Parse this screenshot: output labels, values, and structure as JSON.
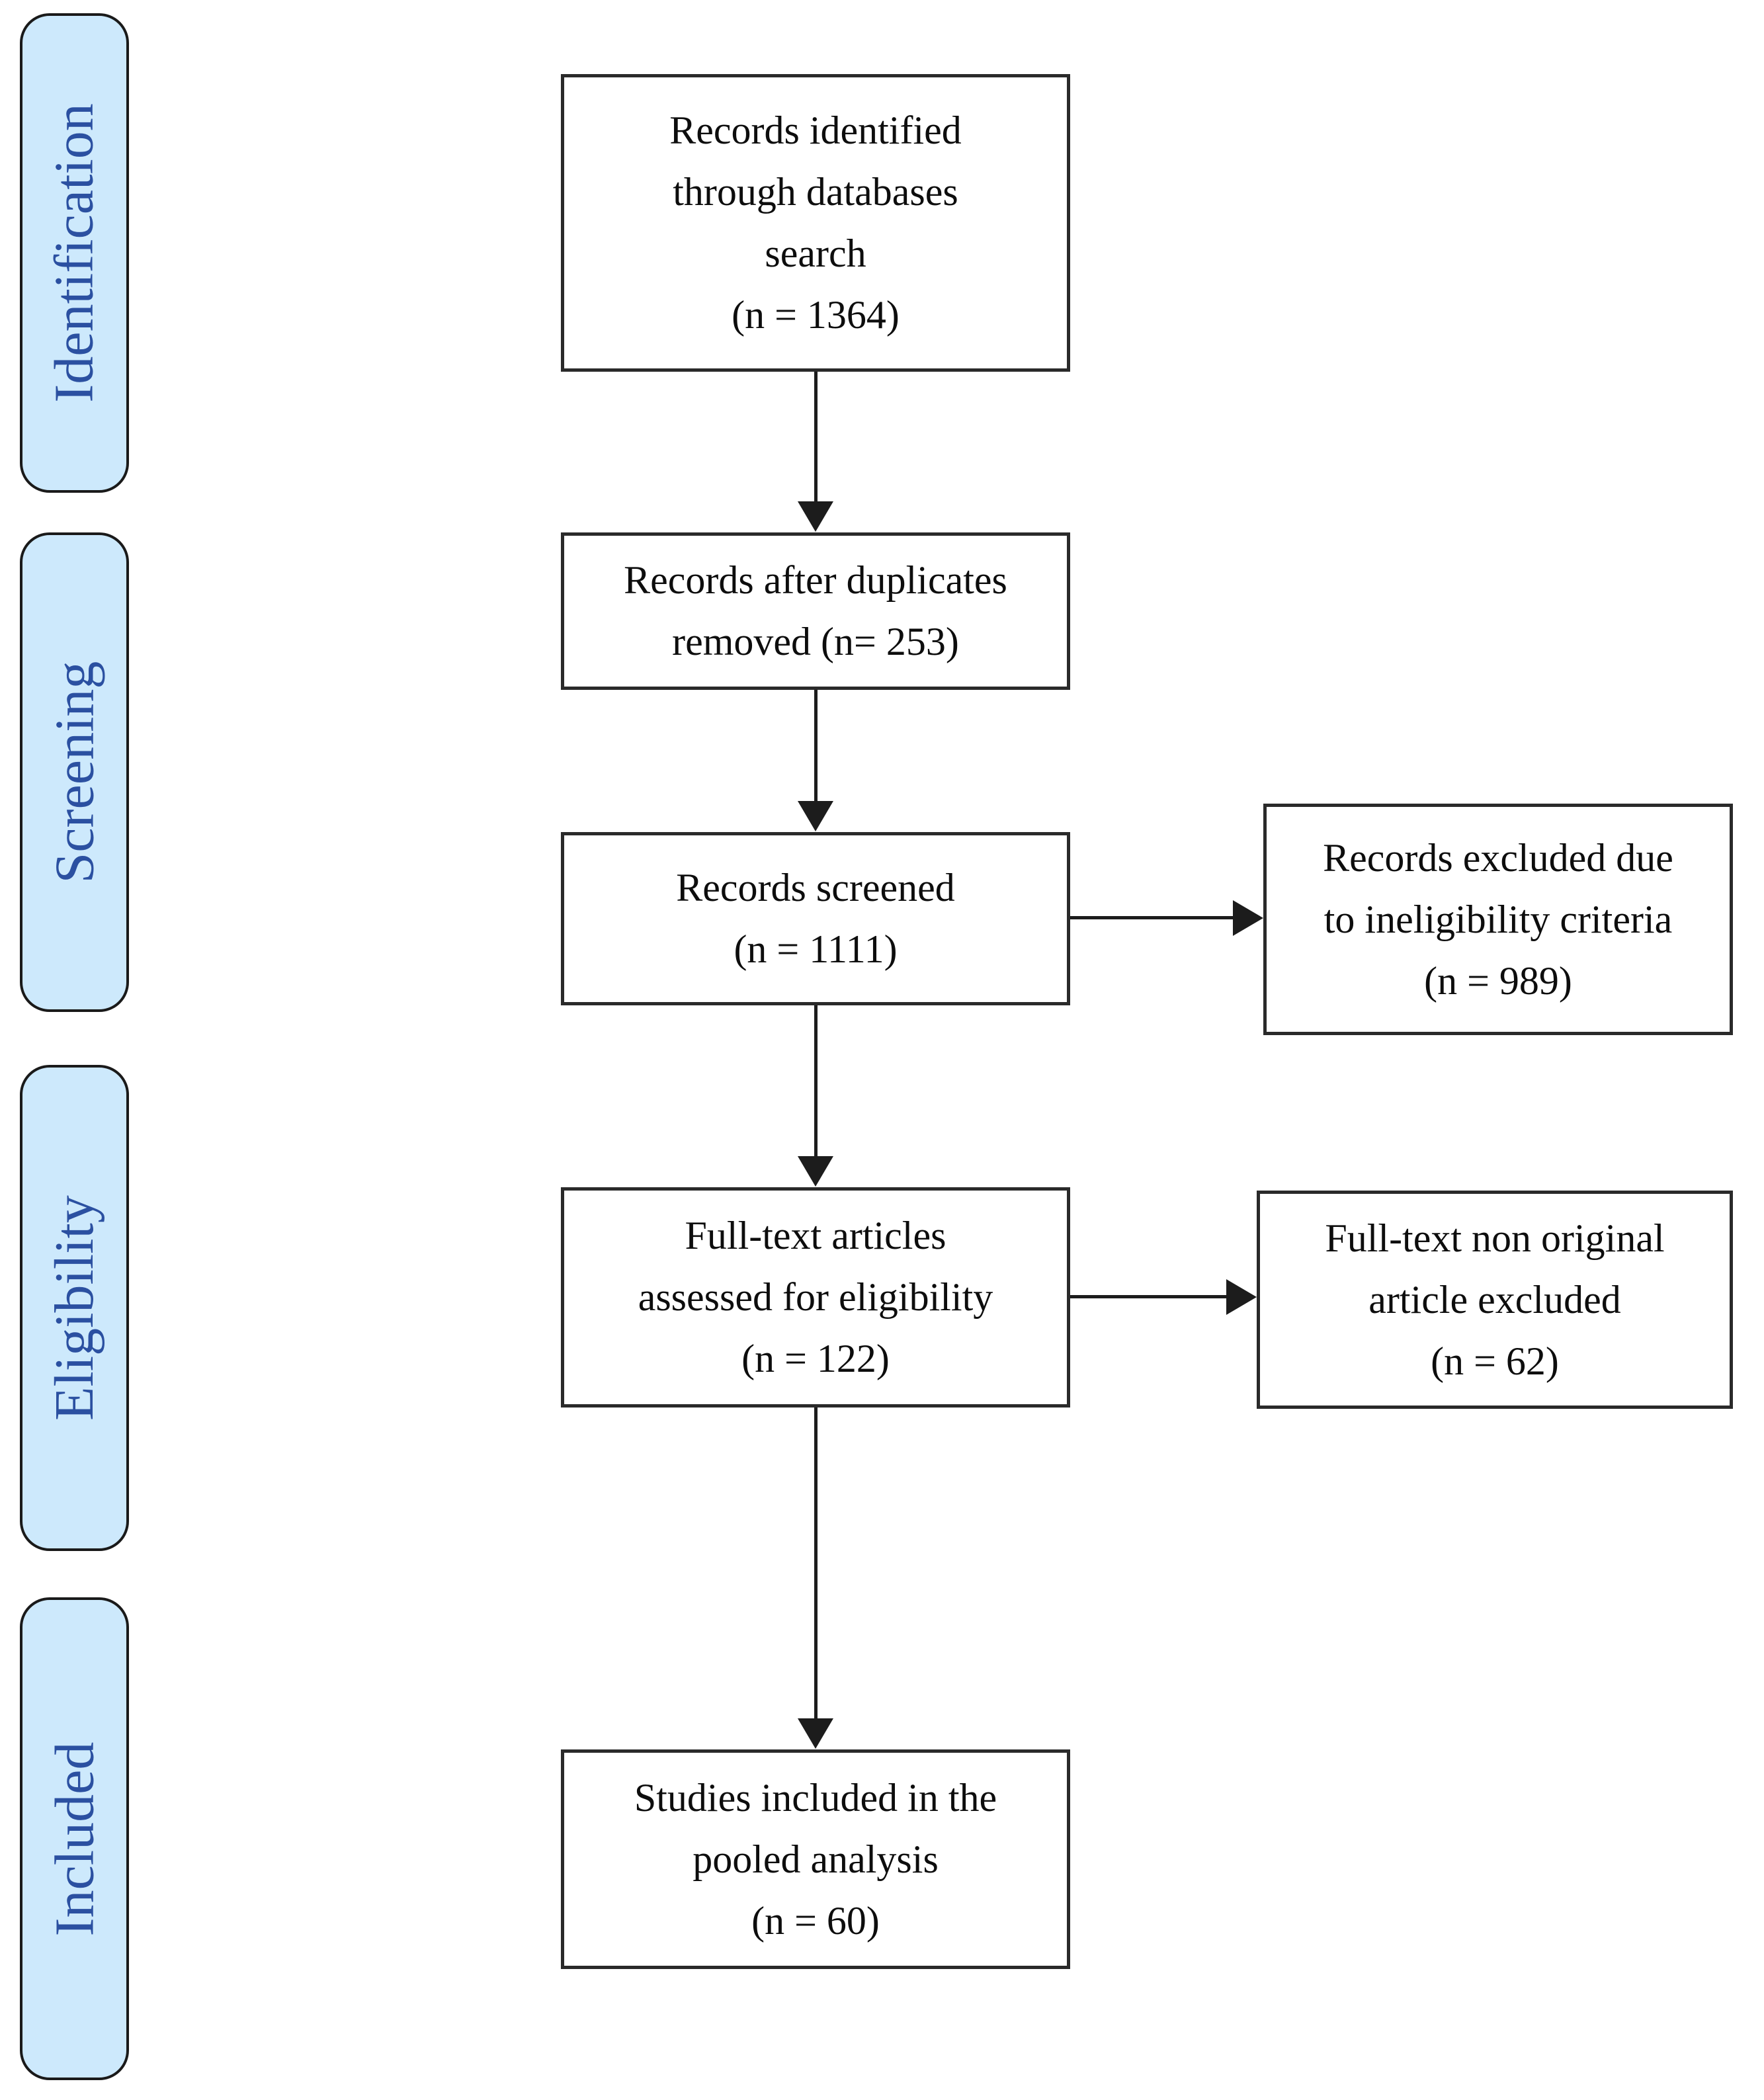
{
  "figure": {
    "type": "prisma_flow_diagram",
    "background": "#ffffff",
    "colors": {
      "stage_fill": "#cde9fc",
      "stage_text": "#2b50a1",
      "box_border": "#2a2a2a",
      "line_color": "#1c1c1c"
    },
    "stages": [
      {
        "label": "Identification"
      },
      {
        "label": "Screening"
      },
      {
        "label": "Eligibility"
      },
      {
        "label": "Included"
      }
    ],
    "flow_boxes": [
      {
        "n": 1364,
        "lines": [
          "Records identified",
          "through databases",
          "search",
          "(n = 1364)"
        ]
      },
      {
        "n": 253,
        "lines": [
          "Records after duplicates",
          "removed (n= 253)"
        ]
      },
      {
        "n": 1111,
        "lines": [
          "Records screened",
          "(n = 1111)"
        ]
      },
      {
        "n": 122,
        "lines": [
          "Full-text articles",
          "assessed for eligibility",
          "(n = 122)"
        ]
      },
      {
        "n": 60,
        "lines": [
          "Studies included in the",
          "pooled analysis",
          "(n = 60)"
        ]
      }
    ],
    "exclusion_boxes": [
      {
        "n": 989,
        "lines": [
          "Records excluded due",
          "to ineligibility criteria",
          "(n = 989)"
        ]
      },
      {
        "n": 62,
        "lines": [
          "Full-text non original",
          "article excluded",
          "(n = 62)"
        ]
      }
    ]
  }
}
